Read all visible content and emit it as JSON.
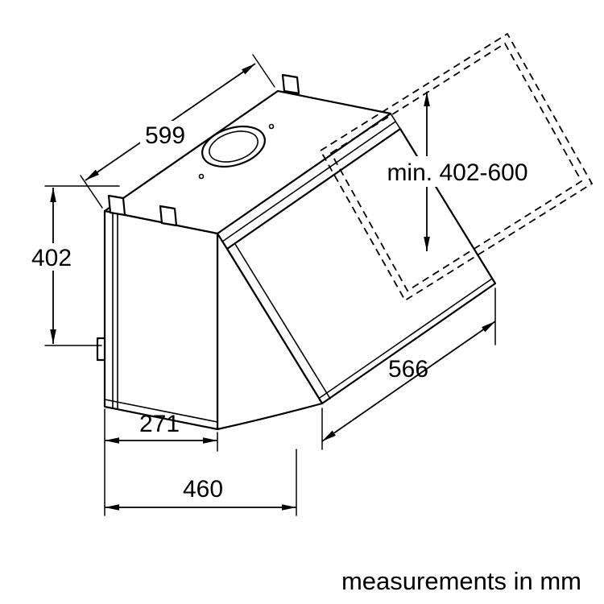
{
  "diagram": {
    "units_note": "measurements in mm",
    "labels": {
      "width": "599",
      "height": "402",
      "duct_height_range": "min. 402-600",
      "visor_depth": "271",
      "total_depth": "460",
      "body_width": "566"
    },
    "colors": {
      "line": "#000000",
      "background": "#ffffff"
    }
  }
}
